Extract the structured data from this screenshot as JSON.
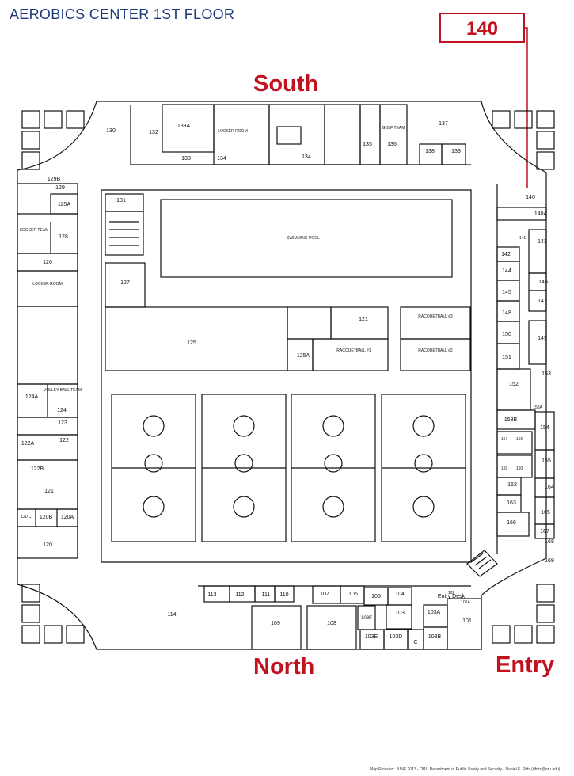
{
  "title": "AEROBICS CENTER 1ST FLOOR",
  "callout_label": "140",
  "compass": {
    "south": "South",
    "north": "North",
    "entry": "Entry"
  },
  "credit": "Map Revision: JUNE 2013 - ORU Department of Public Safety and Security - Daniel E. Pitts (dfritz@oru.edu)",
  "colors": {
    "accent": "#c1121f",
    "title": "#1f3a7a",
    "line": "#111111"
  },
  "rooms": [
    "130",
    "132",
    "133A",
    "LOCKER ROOM",
    "GOLF TEAM",
    "137",
    "135",
    "136",
    "133",
    "134",
    "134",
    "138",
    "139",
    "129B",
    "129",
    "129A",
    "SOCCER TEAM",
    "128",
    "126",
    "LOCKER ROOM",
    "124A",
    "VOLLEY BALL TEAM",
    "124",
    "123",
    "122",
    "122A",
    "122B",
    "121",
    "120 C",
    "120B",
    "120A",
    "120",
    "131",
    "SWIMMING POOL",
    "127",
    "125",
    "121",
    "RACQUETBALL #3",
    "125A",
    "RACQUETBALL #1",
    "RACQUETBALL #2",
    "140",
    "140A",
    "141",
    "143",
    "142",
    "144",
    "146",
    "145",
    "147",
    "148",
    "149",
    "150",
    "151",
    "153",
    "152",
    "153A",
    "153B",
    "154",
    "157",
    "156",
    "155",
    "159",
    "160",
    "162",
    "164",
    "163",
    "165",
    "166",
    "167",
    "168",
    "169",
    "113",
    "112",
    "111",
    "110",
    "107",
    "106",
    "105",
    "104",
    "114",
    "109",
    "108",
    "103",
    "103A",
    "102",
    "101A",
    "Entry Desk",
    "101",
    "103F",
    "103E",
    "103D",
    "C",
    "103B"
  ]
}
